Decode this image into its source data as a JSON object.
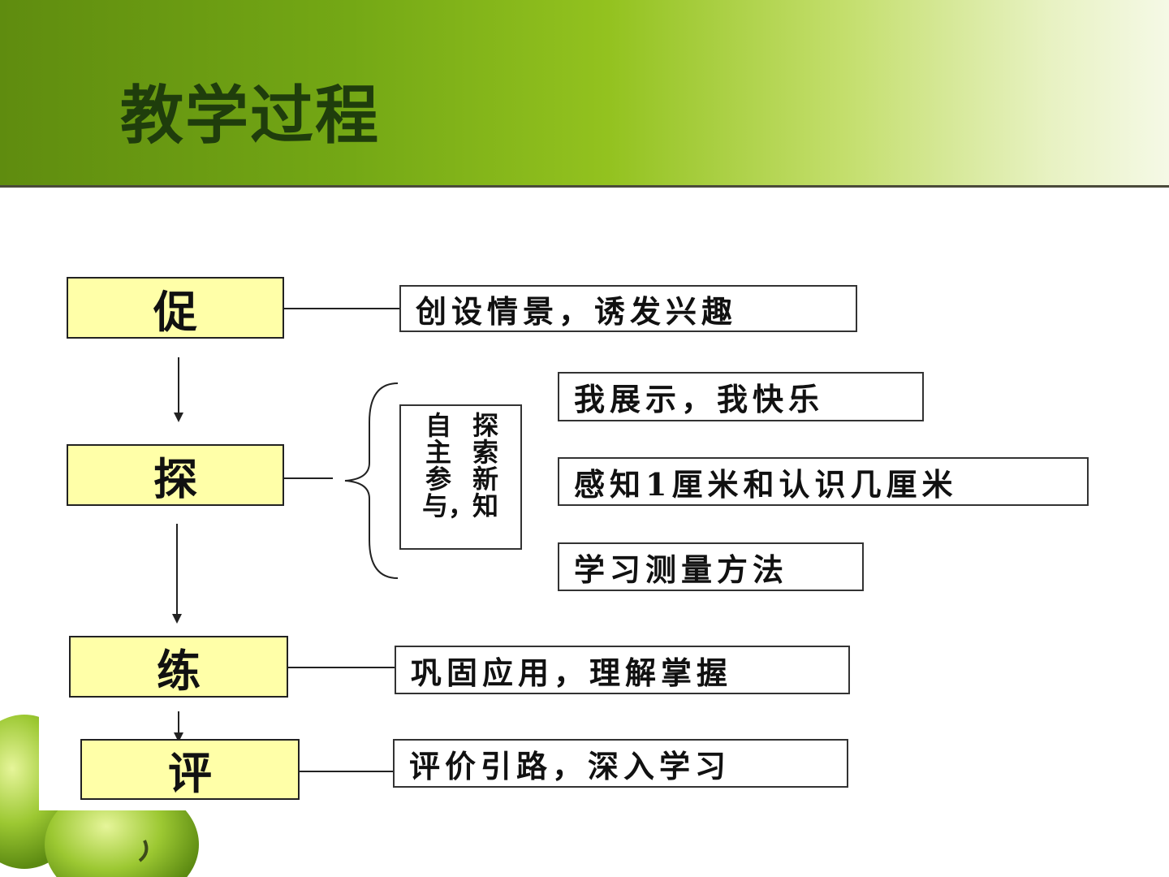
{
  "title": "教学过程",
  "stages": [
    {
      "id": "cu",
      "label": "促"
    },
    {
      "id": "tan",
      "label": "探"
    },
    {
      "id": "lian",
      "label": "练"
    },
    {
      "id": "ping",
      "label": "评"
    }
  ],
  "descriptions": {
    "cu": "创设情景，诱发兴趣",
    "tan_sub1": "我展示，我快乐",
    "tan_sub2": "感知1厘米和认识几厘米",
    "tan_sub3": "学习测量方法",
    "lian": "巩固应用，理解掌握",
    "ping": "评价引路，深入学习"
  },
  "vertical_box": {
    "col_right": "探索新知",
    "col_left": "自主参与，"
  },
  "colors": {
    "stage_fill": "#ffffa8",
    "title_color": "#1f3d0c",
    "header_green": "#74a815"
  }
}
